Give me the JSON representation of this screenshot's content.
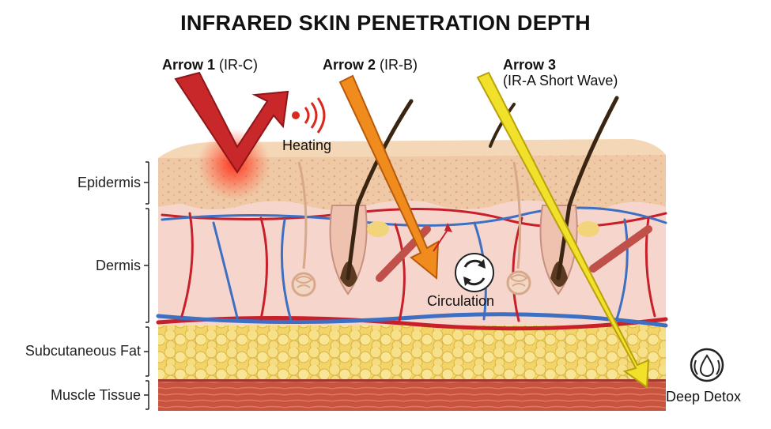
{
  "title": "INFRARED SKIN PENETRATION DEPTH",
  "arrows": [
    {
      "name": "Arrow 1",
      "band": "(IR-C)",
      "color": "#c8282a",
      "effect": "Heating"
    },
    {
      "name": "Arrow 2",
      "band": "(IR-B)",
      "color": "#f08c1e",
      "effect": "Circulation"
    },
    {
      "name": "Arrow 3",
      "band": "(IR-A Short Wave)",
      "color": "#f2e12a",
      "effect": "Deep Detox"
    }
  ],
  "layers": [
    "Epidermis",
    "Dermis",
    "Subcutaneous Fat",
    "Muscle Tissue"
  ],
  "icons": {
    "heating": "radiating-heat-icon",
    "circulation": "circular-arrows-icon",
    "detox": "droplet-cycle-icon"
  }
}
